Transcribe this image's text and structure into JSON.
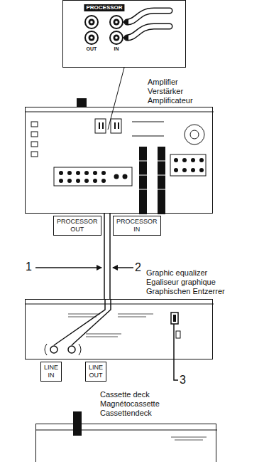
{
  "diagram": {
    "nodes": [
      {
        "text": [
          "PROCESSOR",
          "OUT",
          "IN"
        ]
      },
      {
        "text": [
          "Amplifier",
          "Verstärker",
          "Amplificateur"
        ]
      },
      {
        "text": [
          "PROCESSOR OUT"
        ]
      },
      {
        "text": [
          "PROCESSOR IN"
        ]
      },
      {
        "text": [
          "Graphic equalizer",
          "Egaliseur graphique",
          "Graphischen Entzerrer"
        ]
      },
      {
        "text": [
          "LINE IN"
        ]
      },
      {
        "text": [
          "LINE OUT"
        ]
      },
      {
        "text": [
          "Cassette deck",
          "Magnétocassette",
          "Cassettendeck"
        ]
      }
    ],
    "edges": [
      {
        "from": 1,
        "to": 4,
        "arrow": "none"
      },
      {
        "from": 4,
        "to": 1,
        "arrow": "none"
      }
    ],
    "labels": [
      "1",
      "2",
      "3"
    ]
  }
}
